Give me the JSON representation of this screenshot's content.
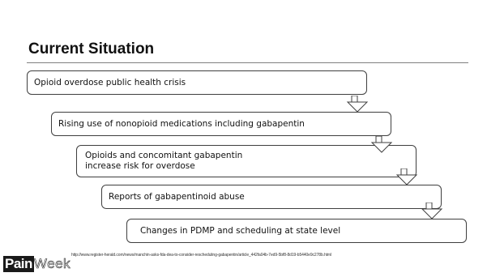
{
  "slide": {
    "title": "Current Situation",
    "steps": [
      "Opioid overdose public health crisis",
      "Rising use of nonopioid medications including gabapentin",
      "Opioids and concomitant gabapentin increase risk for overdose",
      "Reports of gabapentinoid abuse",
      "Changes in PDMP and scheduling at state level"
    ],
    "source_url": "http://www.register-herald.com/news/manchin-asks-fda-dea-to-consider-rescheduling-gabapentin/article_442fa04b-7ed9-5bf8-8d19-b5440e9c278b.html",
    "logo": {
      "part1": "Pain",
      "part2": "Week"
    }
  }
}
